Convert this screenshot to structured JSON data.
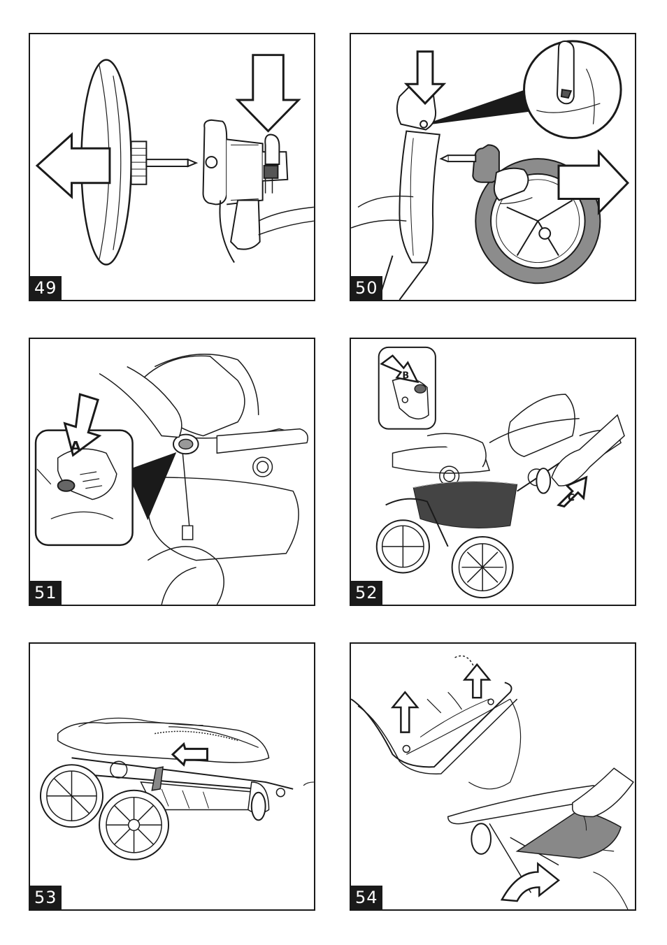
{
  "panels": [
    {
      "number": "49"
    },
    {
      "number": "50"
    },
    {
      "number": "51",
      "callout": "A"
    },
    {
      "number": "52",
      "callouts": [
        "B",
        "C"
      ]
    },
    {
      "number": "53"
    },
    {
      "number": "54"
    }
  ]
}
